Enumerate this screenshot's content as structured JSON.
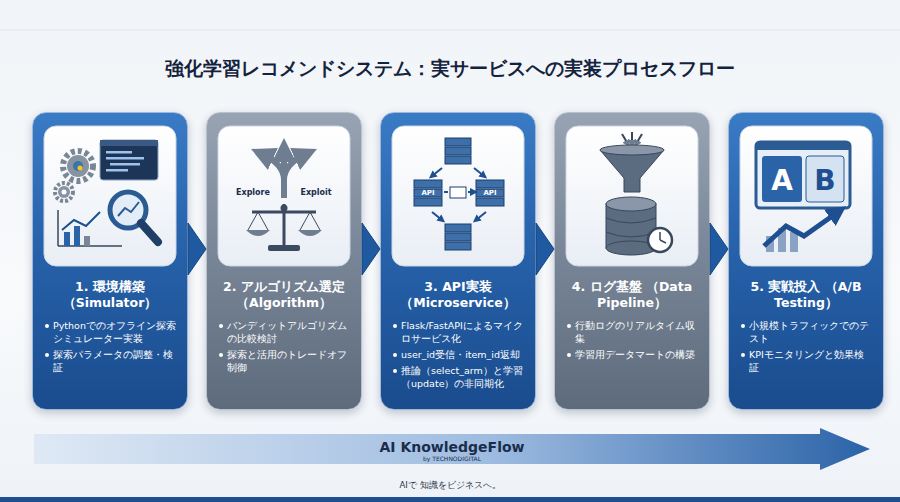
{
  "diagram": {
    "title": "強化学習レコメンドシステム：実サービスへの実装プロセスフロー",
    "nodes": [
      {
        "text": [
          "1. 環境構築 （Simulator）",
          "Pythonでのオフライン探索シミュレーター実装",
          "探索パラメータの調整・検証"
        ]
      },
      {
        "text": [
          "2. アルゴリズム選定 （Algorithm）",
          "バンディットアルゴリズムの比較検討",
          "探索と活用のトレードオフ制御"
        ]
      },
      {
        "text": [
          "3. API実装 （Microservice）",
          "Flask/FastAPIによるマイクロサービス化",
          "user_id受信・item_id返却",
          "推論（select_arm）と学習（update）の非同期化"
        ]
      },
      {
        "text": [
          "4. ログ基盤 （Data Pipeline）",
          "行動ログのリアルタイム収集",
          "学習用データマートの構築"
        ]
      },
      {
        "text": [
          "5. 実戦投入 （A/B Testing）",
          "小規模トラフィックでのテスト",
          "KPIモニタリングと効果検証"
        ]
      },
      {
        "text": [
          "AI KnowledgeFlow",
          "by TECHNODIGITAL"
        ]
      }
    ],
    "edges": [
      {
        "from": 0,
        "to": 1,
        "arrow": "to"
      },
      {
        "from": 1,
        "to": 2,
        "arrow": "to"
      },
      {
        "from": 2,
        "to": 3,
        "arrow": "to"
      },
      {
        "from": 3,
        "to": 4,
        "arrow": "to"
      }
    ],
    "labels": [
      "Explore",
      "Exploit",
      "API",
      "API",
      "A",
      "B",
      "AIで 知識をビジネスへ。"
    ]
  }
}
